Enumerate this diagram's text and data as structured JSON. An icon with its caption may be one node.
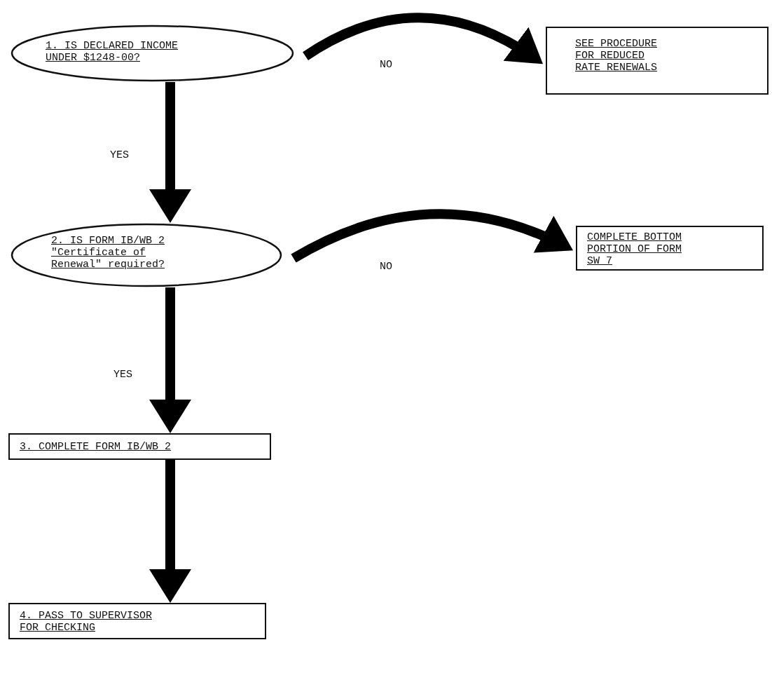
{
  "diagram": {
    "nodes": [
      {
        "text": [
          "1. IS DECLARED INCOME UNDER $1248-00?"
        ]
      },
      {
        "text": [
          "SEE PROCEDURE FOR REDUCED RATE RENEWALS"
        ]
      },
      {
        "text": [
          "2. IS FORM IB/WB 2 \"Certificate of Renewal\" required?"
        ]
      },
      {
        "text": [
          "COMPLETE BOTTOM PORTION OF FORM SW 7"
        ]
      },
      {
        "text": [
          "3. COMPLETE FORM IB/WB 2"
        ]
      },
      {
        "text": [
          "4. PASS TO SUPERVISOR FOR CHECKING"
        ]
      }
    ],
    "edges": [
      {
        "from": 0,
        "to": 1,
        "arrow": "to",
        "label": "NO"
      },
      {
        "from": 0,
        "to": 2,
        "arrow": "to",
        "label": "YES"
      },
      {
        "from": 2,
        "to": 3,
        "arrow": "to",
        "label": "NO"
      },
      {
        "from": 2,
        "to": 4,
        "arrow": "to",
        "label": "YES"
      },
      {
        "from": 4,
        "to": 5,
        "arrow": "to"
      }
    ]
  }
}
